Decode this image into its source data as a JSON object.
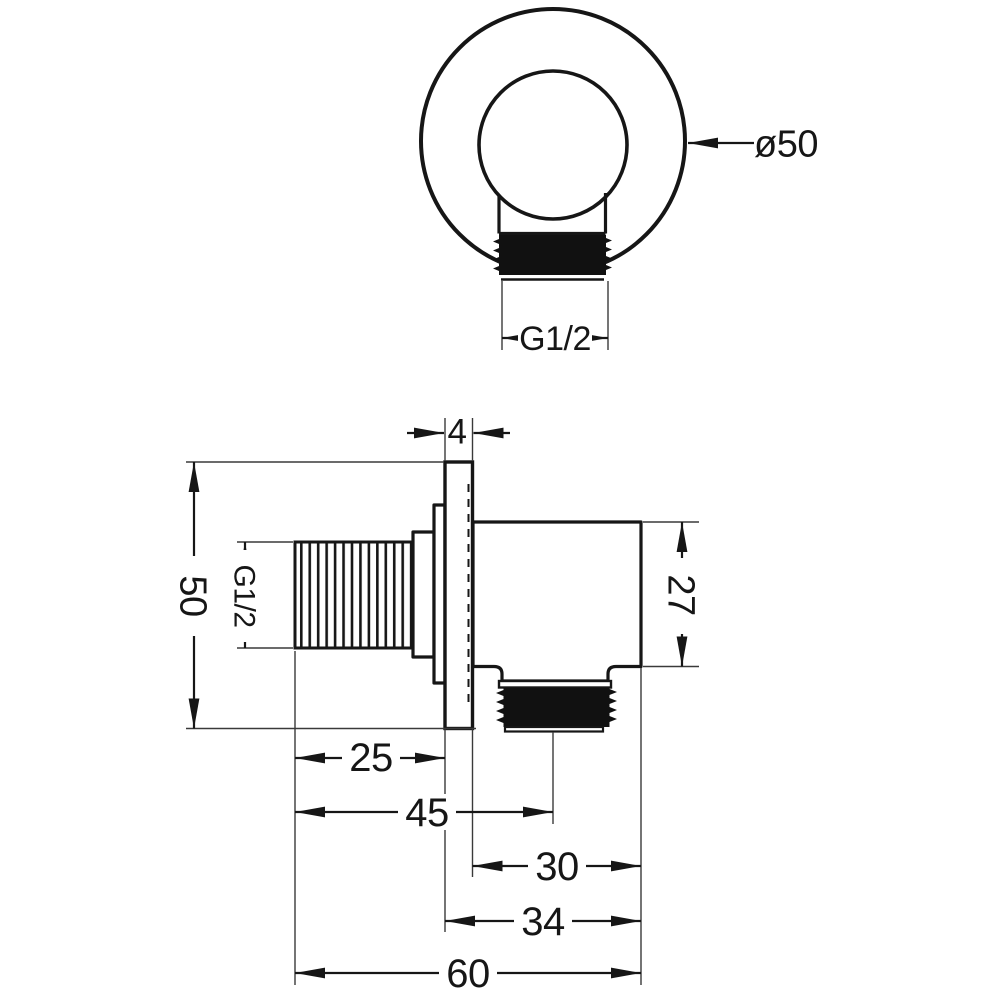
{
  "colors": {
    "line": "#161616",
    "background": "#ffffff",
    "thread_fill": "#111111"
  },
  "dims": {
    "front_diameter": "ø50",
    "front_thread": "G1/2",
    "plate_thickness": "4",
    "plate_diameter": "50",
    "inlet_thread": "G1/2",
    "body_height": "27",
    "inlet_thread_length": "25",
    "inlet_to_outlet_center": "45",
    "body_depth": "30",
    "body_depth_with_plate": "34",
    "total_depth": "60"
  }
}
